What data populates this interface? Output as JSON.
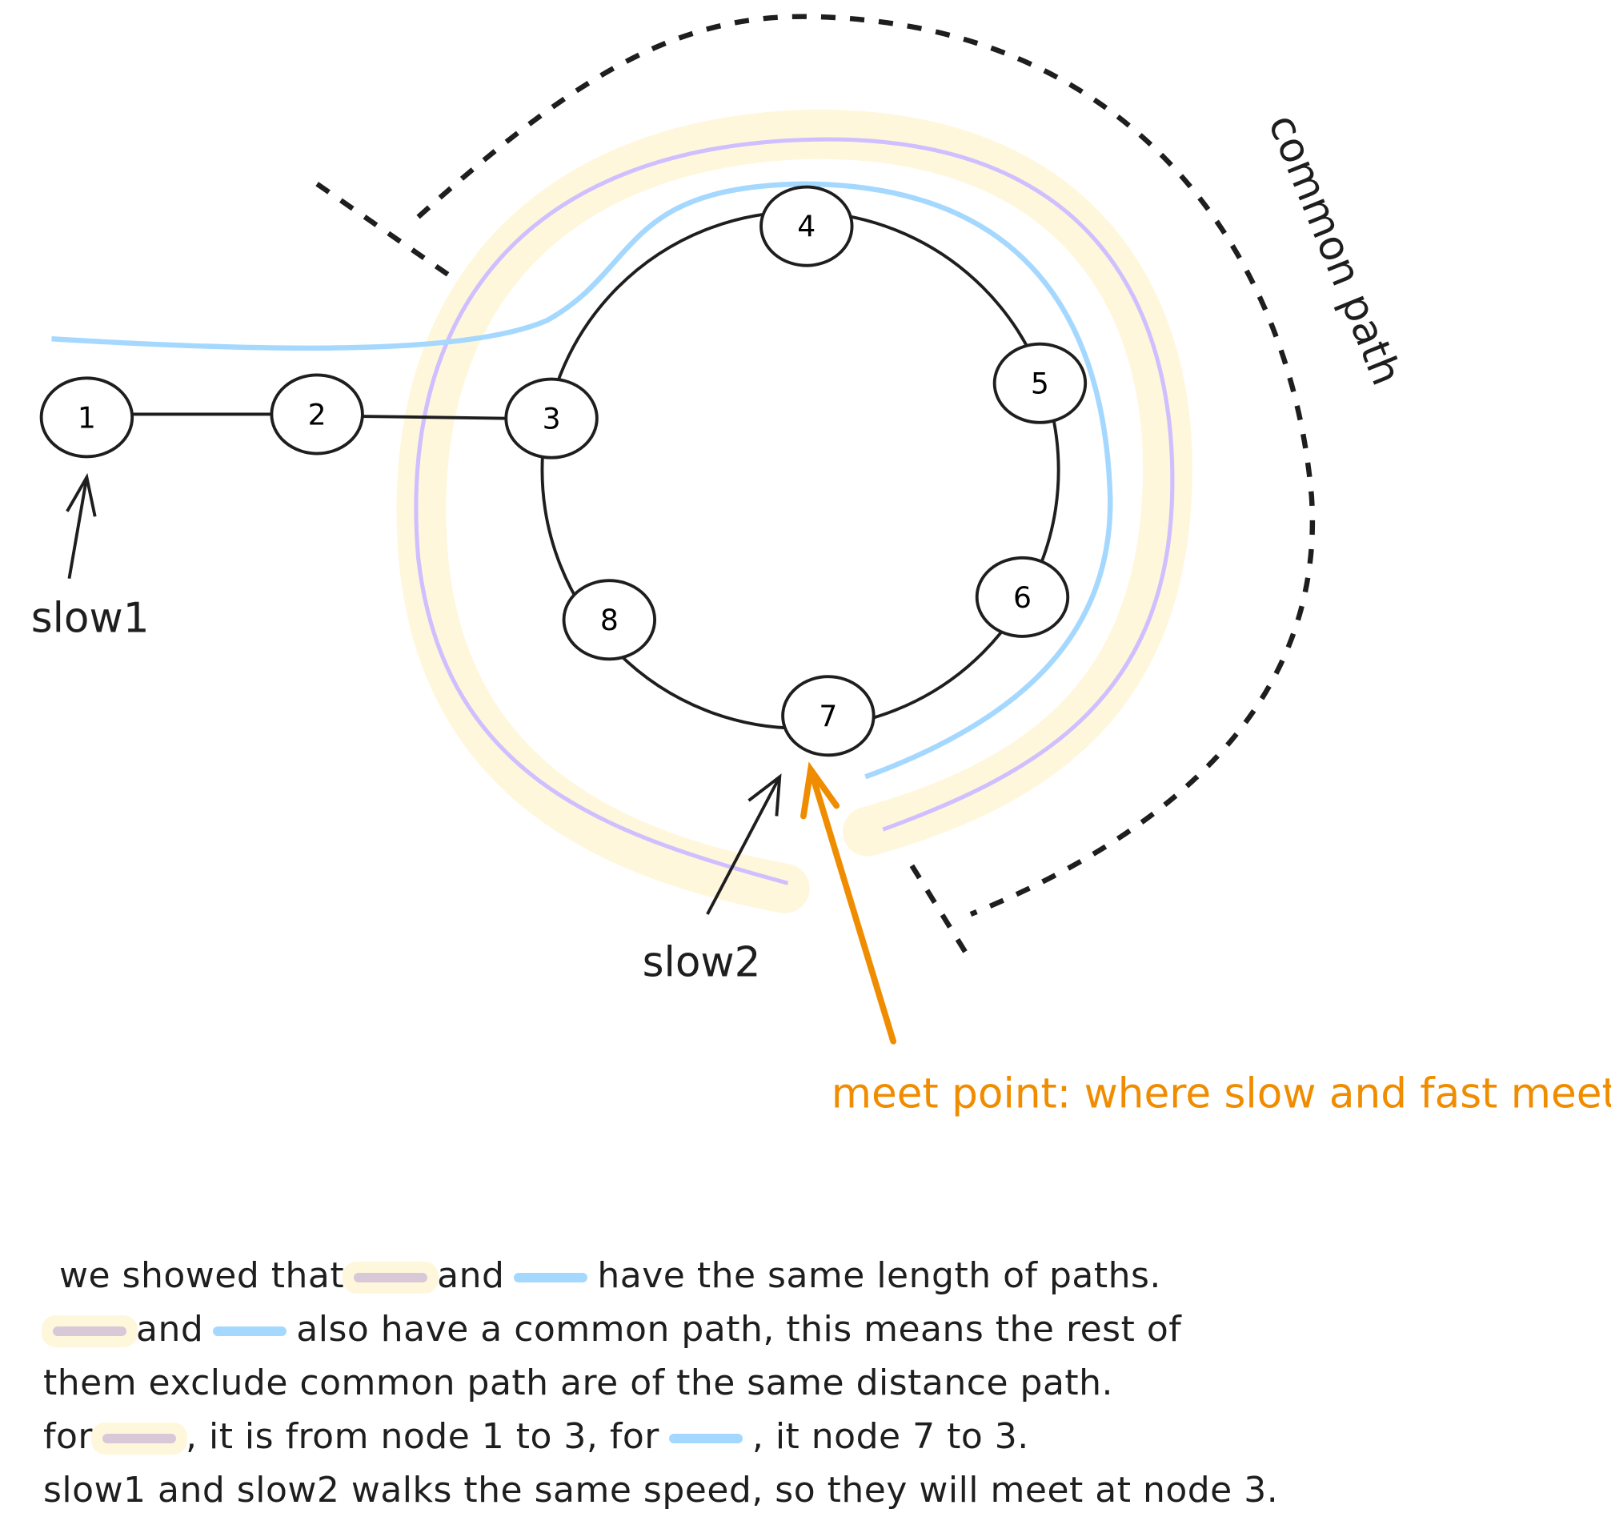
{
  "nodes": [
    {
      "id": "1",
      "label": "1"
    },
    {
      "id": "2",
      "label": "2"
    },
    {
      "id": "3",
      "label": "3"
    },
    {
      "id": "4",
      "label": "4"
    },
    {
      "id": "5",
      "label": "5"
    },
    {
      "id": "6",
      "label": "6"
    },
    {
      "id": "7",
      "label": "7"
    },
    {
      "id": "8",
      "label": "8"
    }
  ],
  "labels": {
    "slow1": "slow1",
    "slow2": "slow2",
    "common_path": "common path",
    "meet_point": "meet point: where slow and fast meet"
  },
  "explanation": {
    "line1": {
      "a": "we showed that",
      "b": "and",
      "c": "have the same length of paths."
    },
    "line2": {
      "a": "and",
      "b": "also have a common path, this means the rest of"
    },
    "line3": "them exclude common path are of the same distance path.",
    "line4": {
      "a": "for",
      ",b": "",
      "b": ", it is from node 1 to 3, for",
      "c": ", it node 7 to 3."
    },
    "line5": "slow1 and slow2 walks the same speed, so they will meet at node 3."
  },
  "colors": {
    "highlight": "#fff7dc",
    "purple": "#d0bfff",
    "blue": "#a5d8ff",
    "orange": "#f08c00",
    "ink": "#1e1e1e"
  }
}
